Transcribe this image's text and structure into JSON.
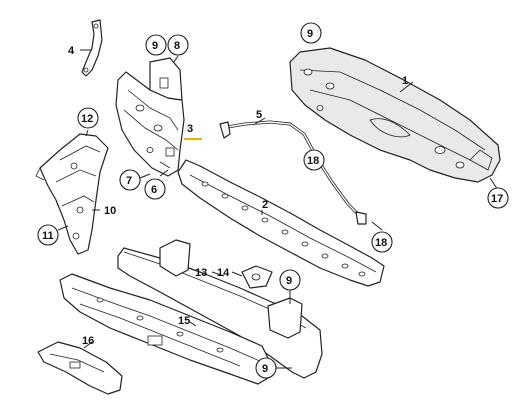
{
  "callouts": {
    "p1": "1",
    "p2": "2",
    "p3": "3",
    "p4": "4",
    "p5": "5",
    "p6": "6",
    "p7": "7",
    "p8": "8",
    "p9_top": "9",
    "p9_mid": "9",
    "p9_bottom": "9",
    "p10": "10",
    "p11": "11",
    "p12": "12",
    "p13": "13",
    "p14": "14",
    "p15": "15",
    "p16": "16",
    "p17": "17",
    "p18_upper": "18",
    "p18_lower": "18"
  },
  "colors": {
    "line": "#222222",
    "highlight": "#e8b400",
    "fill_grey": "#e9e9e9"
  }
}
